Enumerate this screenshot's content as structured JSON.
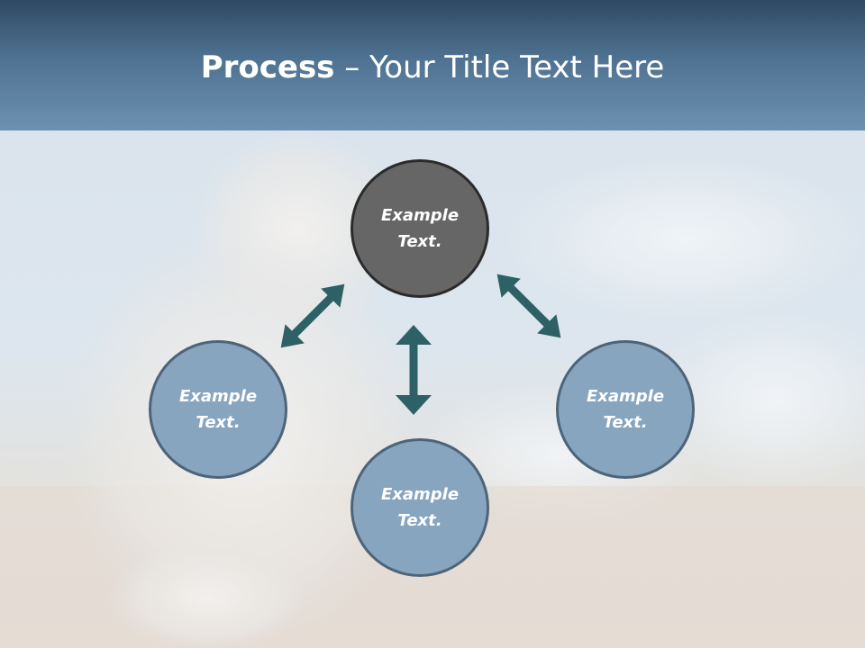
{
  "slide": {
    "title_bold": "Process",
    "title_rest": " – Your Title Text Here"
  },
  "nodes": {
    "center": {
      "text": "Example Text."
    },
    "left": {
      "text": "Example Text."
    },
    "bottom": {
      "text": "Example Text."
    },
    "right": {
      "text": "Example Text."
    }
  },
  "colors": {
    "arrow": "#2d6165",
    "center_node": "#666666",
    "outer_node": "#87a5bf",
    "header": "#4f7292"
  }
}
